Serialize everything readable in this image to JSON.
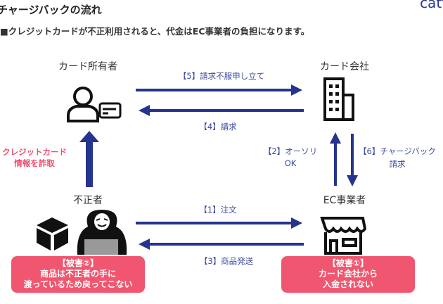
{
  "header": {
    "title": "チャージバックの流れ",
    "subtitle": "■クレジットカードが不正利用されると、代金はEC事業者の負担になります。",
    "logo": "catt"
  },
  "actors": {
    "cardholder": "カード所有者",
    "card_company": "カード会社",
    "fraudster": "不正者",
    "merchant": "EC事業者"
  },
  "steps": {
    "s1": "【1】注文",
    "s2a": "【2】オーソリ",
    "s2b": "OK",
    "s3": "【3】商品発送",
    "s4": "【4】請求",
    "s5": "【5】請求不服申し立て",
    "s6a": "【6】チャージバック",
    "s6b": "請求"
  },
  "fraud_note": {
    "line1": "クレジットカード",
    "line2": "情報を詐取"
  },
  "damage": [
    {
      "title": "【被害②】",
      "line1": "商品は不正者の手に",
      "line2": "渡っているため戻ってこない"
    },
    {
      "title": "【被害①】",
      "line1": "カード会社から",
      "line2": "入金されない"
    }
  ],
  "colors": {
    "arrow": "#26338f",
    "label": "#3a4aa0",
    "damage": "#f0566f"
  }
}
